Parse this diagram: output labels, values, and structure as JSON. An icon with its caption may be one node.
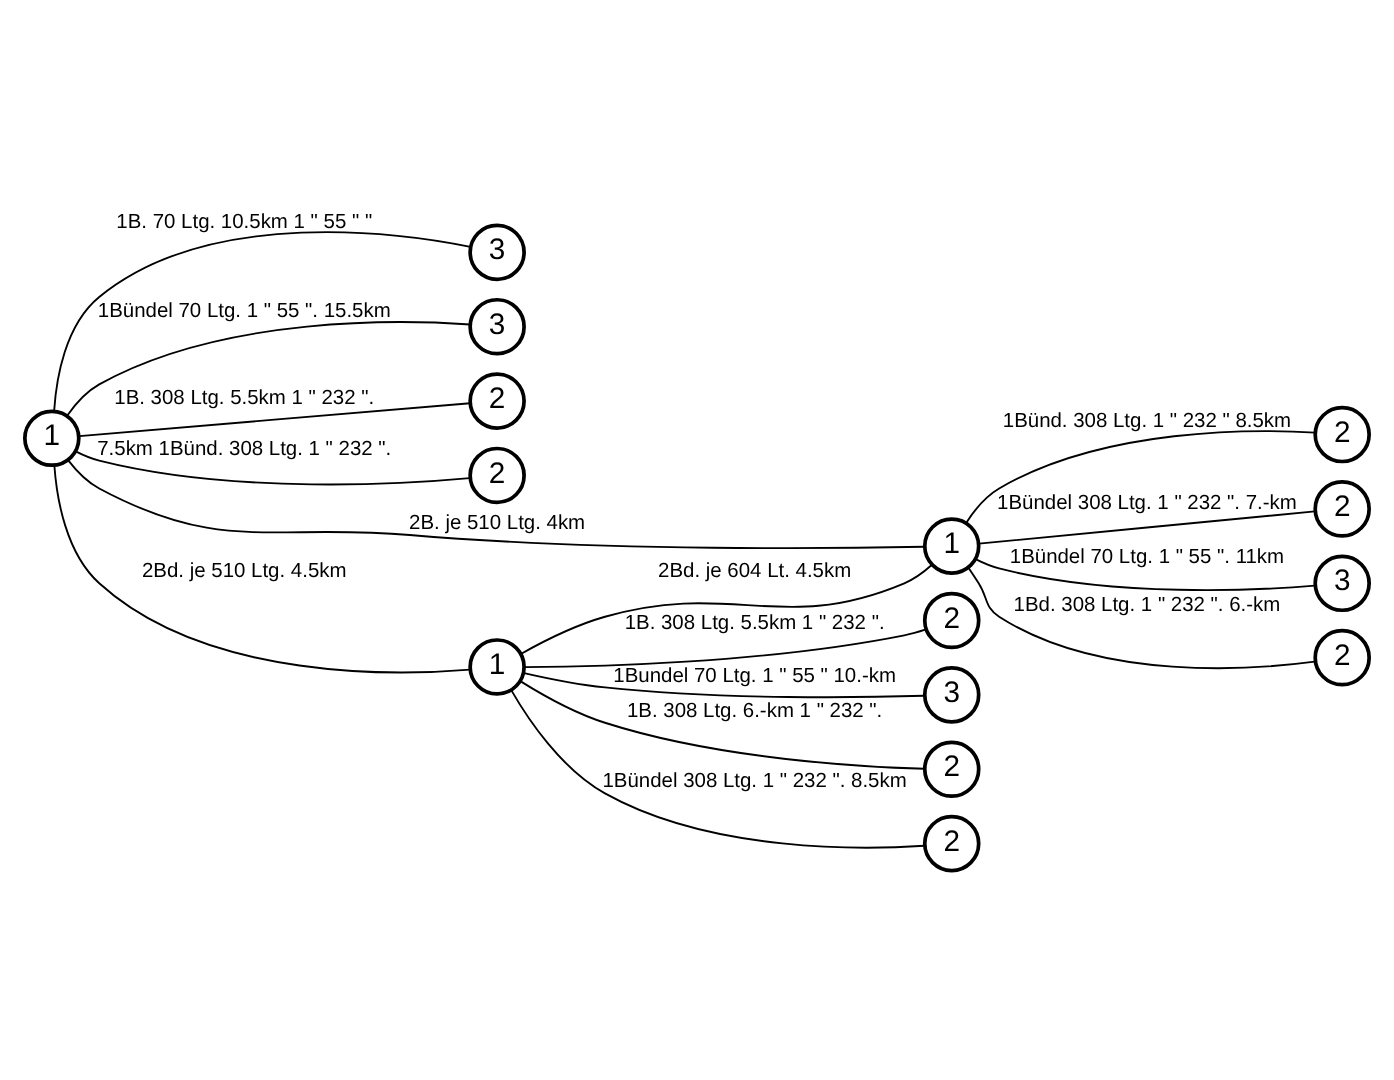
{
  "diagram": {
    "nodes": [
      {
        "text": [
          "3"
        ]
      },
      {
        "text": [
          "3"
        ]
      },
      {
        "text": [
          "2"
        ]
      },
      {
        "text": [
          "2"
        ]
      },
      {
        "text": [
          "2"
        ]
      },
      {
        "text": [
          "1"
        ]
      },
      {
        "text": [
          "2"
        ]
      },
      {
        "text": [
          "2"
        ]
      },
      {
        "text": [
          "1"
        ]
      },
      {
        "text": [
          "1"
        ]
      },
      {
        "text": [
          "3"
        ]
      },
      {
        "text": [
          "2"
        ]
      },
      {
        "text": [
          "3"
        ]
      },
      {
        "text": [
          "2"
        ]
      },
      {
        "text": [
          "2"
        ]
      }
    ],
    "edges": [
      {
        "from": 5,
        "to": 0,
        "arrow": "none",
        "label": "1B. 70 Ltg. 10.5km 1 \" 55 \" \""
      },
      {
        "from": 5,
        "to": 2,
        "arrow": "none",
        "label": "1B. 308 Ltg. 5.5km 1 \" 232 \"."
      },
      {
        "from": 5,
        "to": 3,
        "arrow": "none",
        "label": "7.5km 1Bünd. 308 Ltg. 1 \" 232 \"."
      },
      {
        "from": 5,
        "to": 1,
        "arrow": "none",
        "label": "1Bündel 70 Ltg. 1 \" 55 \". 15.5km"
      },
      {
        "from": 5,
        "to": 9,
        "arrow": "none",
        "label": "2Bd. je 510 Ltg. 4.5km"
      },
      {
        "from": 5,
        "to": 8,
        "arrow": "none",
        "label": "2B. je 510 Ltg. 4km"
      },
      {
        "from": 9,
        "to": 6,
        "arrow": "none",
        "label": "1B. 308 Ltg. 5.5km 1 \" 232 \"."
      },
      {
        "from": 9,
        "to": 8,
        "arrow": "none",
        "label": "2Bd. je 604 Lt. 4.5km"
      },
      {
        "from": 9,
        "to": 10,
        "arrow": "none",
        "label": "1Bundel 70 Ltg. 1 \" 55 \" 10.-km"
      },
      {
        "from": 9,
        "to": 11,
        "arrow": "none",
        "label": "1B. 308 Ltg. 6.-km 1 \" 232 \"."
      },
      {
        "from": 9,
        "to": 14,
        "arrow": "none",
        "label": "1Bündel 308 Ltg. 1 \" 232 \". 8.5km"
      },
      {
        "from": 8,
        "to": 4,
        "arrow": "none",
        "label": "1Bünd. 308 Ltg. 1 \" 232 \" 8.5km"
      },
      {
        "from": 8,
        "to": 7,
        "arrow": "none",
        "label": "1Bündel 308 Ltg. 1 \" 232 \". 7.-km"
      },
      {
        "from": 8,
        "to": 12,
        "arrow": "none",
        "label": "1Bündel 70 Ltg. 1 \" 55 \". 11km"
      },
      {
        "from": 8,
        "to": 13,
        "arrow": "none",
        "label": "1Bd. 308 Ltg. 1 \" 232 \". 6.-km"
      }
    ]
  }
}
